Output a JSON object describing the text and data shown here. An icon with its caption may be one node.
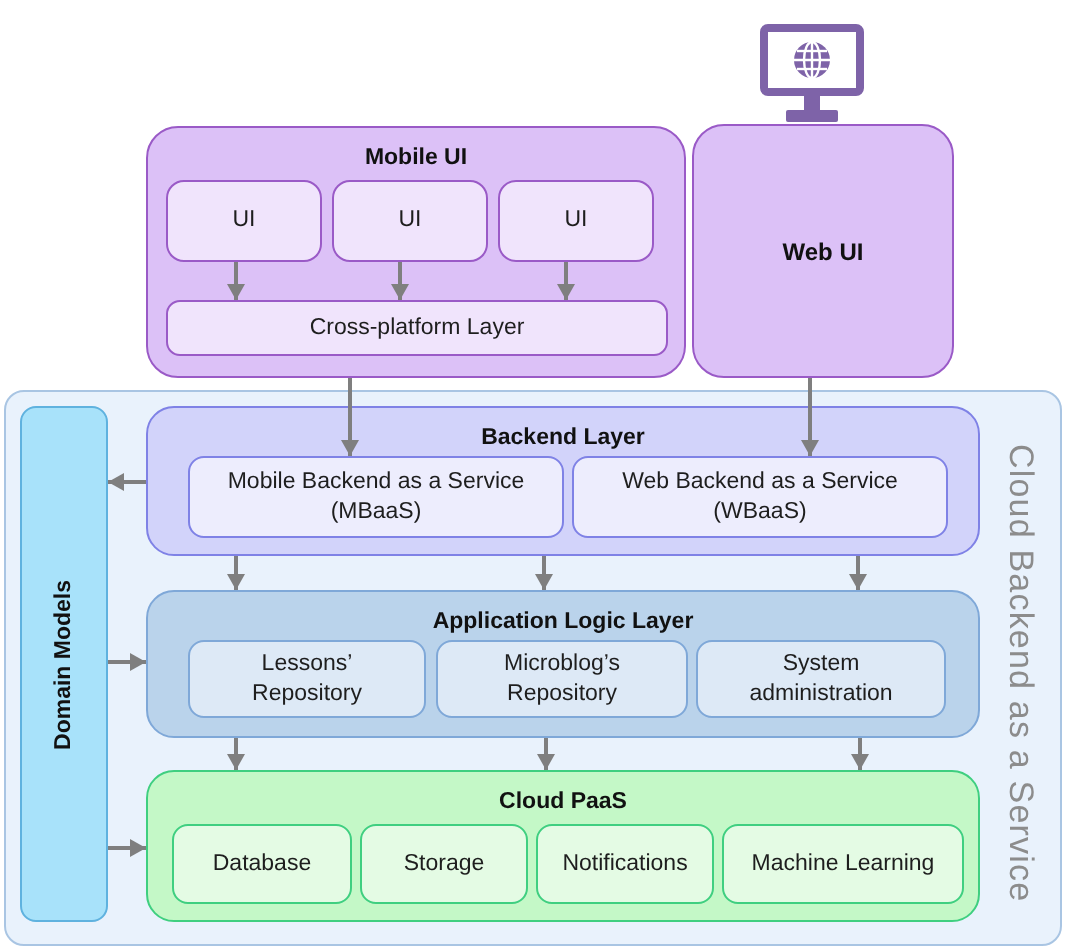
{
  "diagram": {
    "nodes": [
      {
        "text": [
          "Mobile UI"
        ]
      },
      {
        "text": [
          "UI"
        ],
        "in": 0
      },
      {
        "text": [
          "UI"
        ],
        "in": 0
      },
      {
        "text": [
          "UI"
        ],
        "in": 0
      },
      {
        "text": [
          "Cross-platform Layer"
        ],
        "in": 0
      },
      {
        "text": [
          "Web UI"
        ]
      },
      {
        "text": [
          "Cloud Backend as a Service"
        ]
      },
      {
        "text": [
          "Domain Models"
        ],
        "in": 6
      },
      {
        "text": [
          "Backend Layer"
        ],
        "in": 6
      },
      {
        "text": [
          "Mobile Backend as a Service (MBaaS)"
        ],
        "in": 8
      },
      {
        "text": [
          "Web Backend as a Service (WBaaS)"
        ],
        "in": 8
      },
      {
        "text": [
          "Application Logic Layer"
        ],
        "in": 6
      },
      {
        "text": [
          "Lessons’ Repository"
        ],
        "in": 11
      },
      {
        "text": [
          "Microblog’s Repository"
        ],
        "in": 11
      },
      {
        "text": [
          "System administration"
        ],
        "in": 11
      },
      {
        "text": [
          "Cloud PaaS"
        ],
        "in": 6
      },
      {
        "text": [
          "Database"
        ],
        "in": 15
      },
      {
        "text": [
          "Storage"
        ],
        "in": 15
      },
      {
        "text": [
          "Notifications"
        ],
        "in": 15
      },
      {
        "text": [
          "Machine Learning"
        ],
        "in": 15
      }
    ],
    "edges": [
      {
        "from": 1,
        "to": 4,
        "arrow": "to"
      },
      {
        "from": 2,
        "to": 4,
        "arrow": "to"
      },
      {
        "from": 3,
        "to": 4,
        "arrow": "to"
      },
      {
        "from": 0,
        "to": 9,
        "arrow": "to"
      },
      {
        "from": 5,
        "to": 10,
        "arrow": "to"
      },
      {
        "from": 8,
        "to": 7,
        "arrow": "to"
      },
      {
        "from": 8,
        "to": 11,
        "arrow": "to"
      },
      {
        "from": 8,
        "to": 11,
        "arrow": "to"
      },
      {
        "from": 8,
        "to": 11,
        "arrow": "to"
      },
      {
        "from": 7,
        "to": 11,
        "arrow": "to"
      },
      {
        "from": 11,
        "to": 15,
        "arrow": "to"
      },
      {
        "from": 11,
        "to": 15,
        "arrow": "to"
      },
      {
        "from": 11,
        "to": 15,
        "arrow": "to"
      },
      {
        "from": 7,
        "to": 15,
        "arrow": "to"
      }
    ]
  }
}
